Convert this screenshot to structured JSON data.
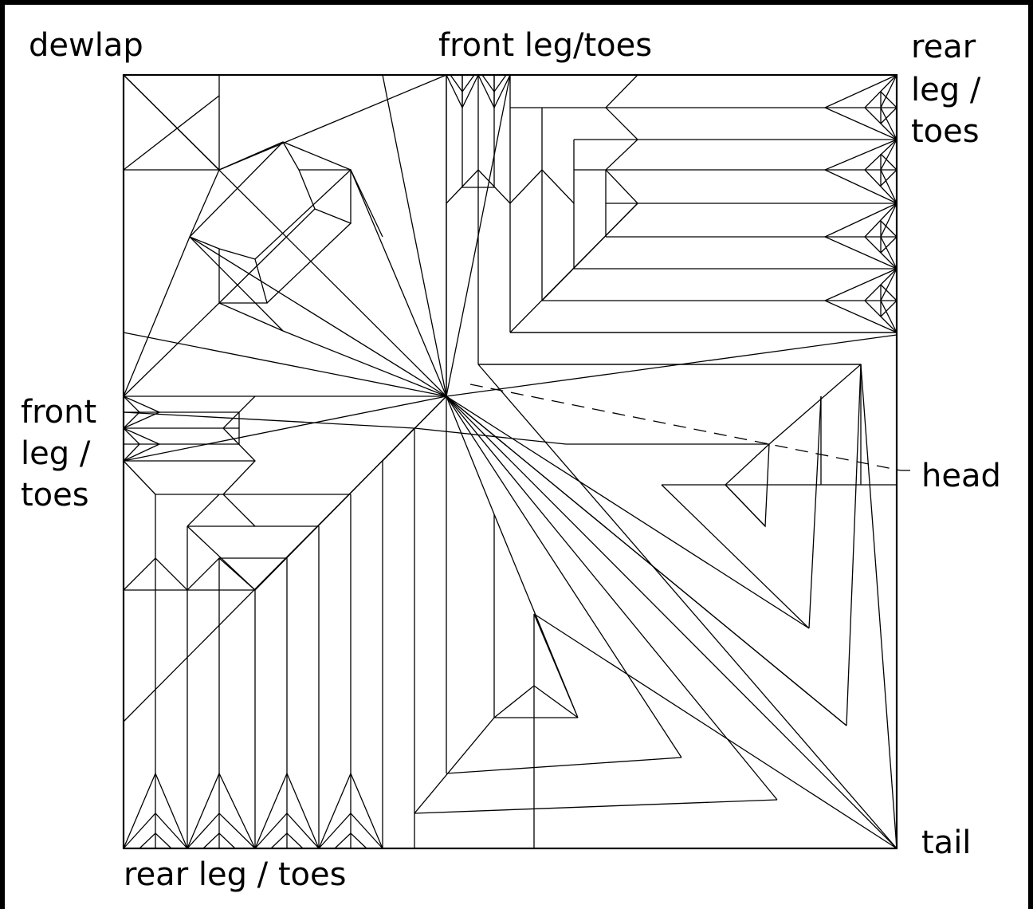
{
  "labels": {
    "top_left": "dewlap",
    "top_center": "front leg/toes",
    "top_right_1": "rear",
    "top_right_2": "leg /",
    "top_right_3": "toes",
    "left_1": "front",
    "left_2": "leg /",
    "left_3": "toes",
    "right_middle": "head",
    "bottom_right": "tail",
    "bottom_left": "rear leg / toes"
  }
}
